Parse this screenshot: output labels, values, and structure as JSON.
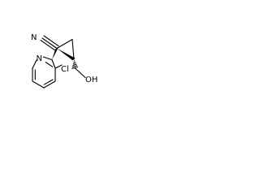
{
  "molecule": {
    "atoms": {
      "nitrile_n": "N",
      "ring_n": "N",
      "chlorine": "Cl",
      "hydroxyl": "OH"
    }
  },
  "colors": {
    "bond": "#000000",
    "label": "#000000",
    "background": "#ffffff"
  }
}
